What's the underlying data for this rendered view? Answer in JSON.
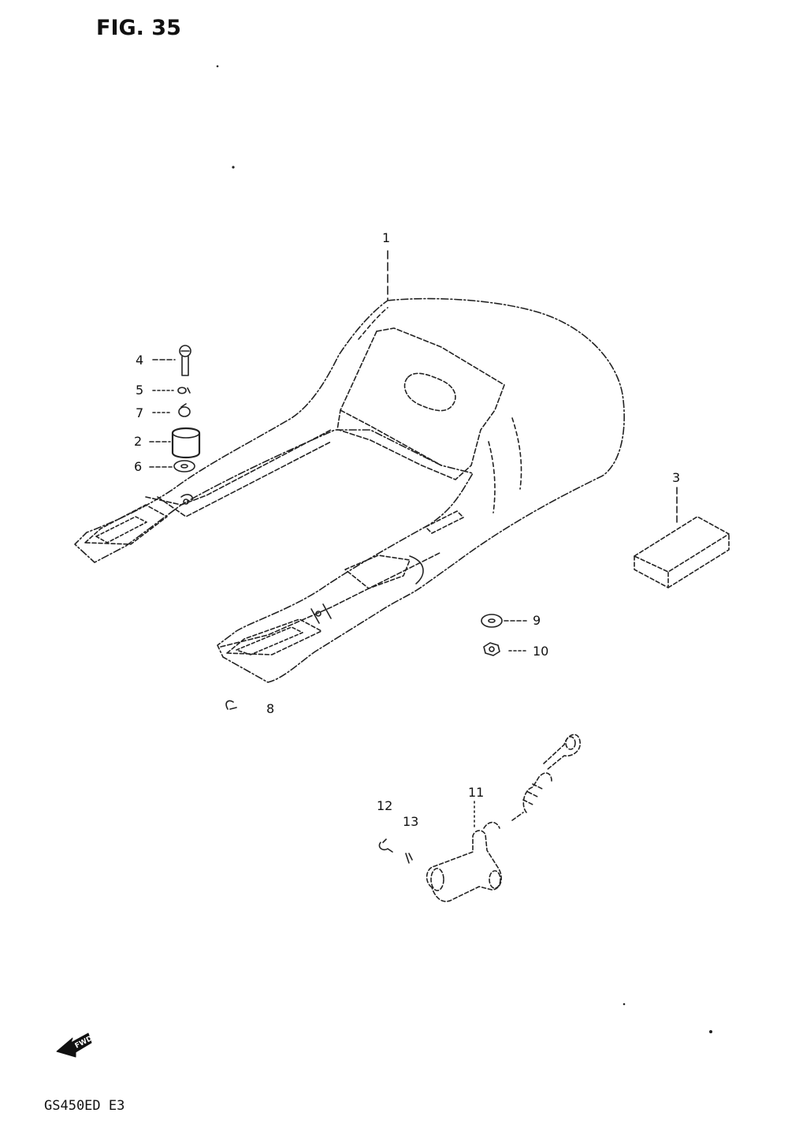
{
  "figure_title": "FIG. 35",
  "model_code": "GS450ED  E3",
  "fwd_mark": "FWD",
  "callouts": {
    "c1": "1",
    "c2": "2",
    "c3": "3",
    "c4": "4",
    "c5": "5",
    "c6": "6",
    "c7": "7",
    "c8": "8",
    "c9": "9",
    "c10": "10",
    "c11": "11",
    "c12": "12",
    "c13": "13"
  }
}
